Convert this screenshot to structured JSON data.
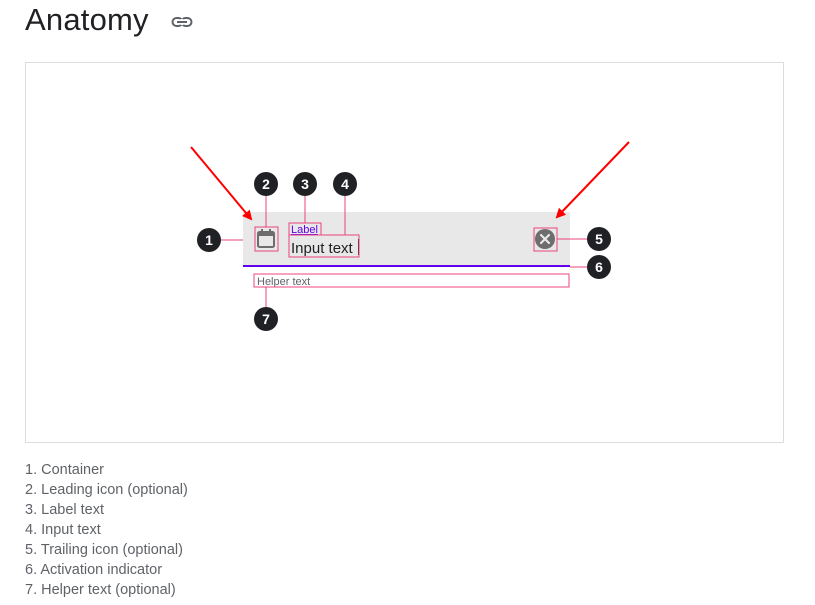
{
  "header": {
    "title": "Anatomy",
    "link_icon": "link-icon"
  },
  "figure": {
    "label_text": "Label",
    "input_text": "Input text",
    "helper_text": "Helper text",
    "leading_icon": "calendar-icon",
    "trailing_icon": "clear-icon",
    "callouts": [
      {
        "number": "1"
      },
      {
        "number": "2"
      },
      {
        "number": "3"
      },
      {
        "number": "4"
      },
      {
        "number": "5"
      },
      {
        "number": "6"
      },
      {
        "number": "7"
      }
    ],
    "colors": {
      "container": "#e8e8e8",
      "activation_indicator": "#6200ee",
      "label": "#6200ee",
      "outline": "#e8457e",
      "arrow": "#ff0000",
      "marker": "#202124",
      "icon": "#6d6d6d"
    }
  },
  "legend": {
    "items": [
      {
        "number": "1.",
        "text": "Container"
      },
      {
        "number": "2.",
        "text": "Leading icon (optional)"
      },
      {
        "number": "3.",
        "text": "Label text"
      },
      {
        "number": "4.",
        "text": "Input text"
      },
      {
        "number": "5.",
        "text": "Trailing icon (optional)"
      },
      {
        "number": "6.",
        "text": "Activation indicator"
      },
      {
        "number": "7.",
        "text": "Helper text (optional)"
      }
    ]
  }
}
